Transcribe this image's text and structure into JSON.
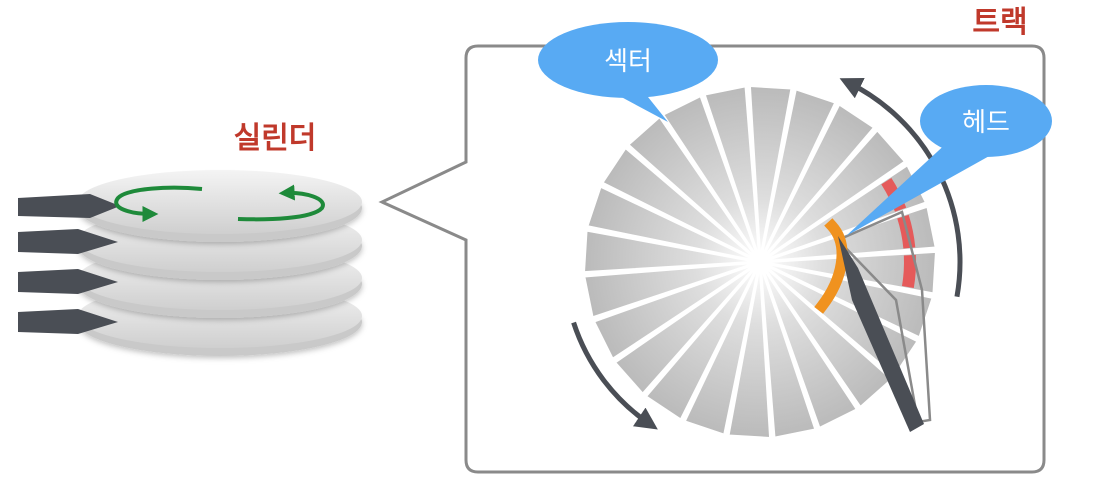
{
  "labels": {
    "cylinder": "실린더",
    "track": "트랙",
    "sector": "섹터",
    "head": "헤드"
  },
  "colors": {
    "title_red": "#c0392b",
    "bubble_blue": "#58aaf3",
    "arrow_green": "#1e8a3a",
    "track_red": "#e55a5a",
    "head_orange": "#f0921f",
    "dark_gray": "#4a4e55",
    "frame_gray": "#8a8a8a"
  },
  "disk": {
    "sector_count": 24
  }
}
